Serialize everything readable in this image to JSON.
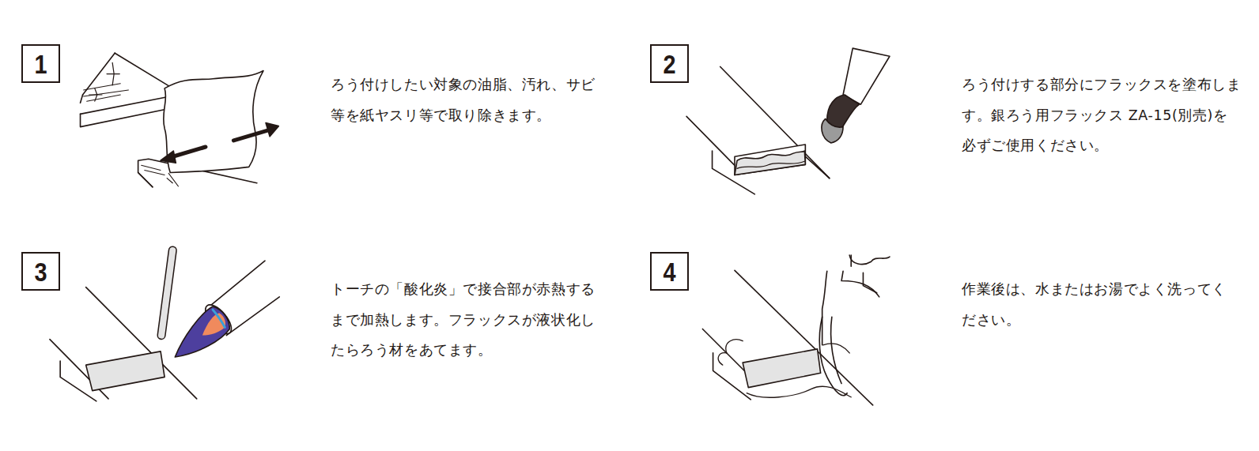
{
  "diagram": {
    "nodes": [
      {
        "text": [
          "1"
        ]
      },
      {
        "text": [
          "2"
        ]
      },
      {
        "text": [
          "3"
        ]
      },
      {
        "text": [
          "4"
        ]
      }
    ],
    "labels": [
      "ろう付けしたい対象の油脂、汚れ、サビ等を紙ヤスリ等で取り除きます。",
      "ろう付けする部分にフラックスを塗布します。銀ろう用フラックス ZA-15(別売)を必ずご使用ください。",
      "トーチの「酸化炎」で接合部が赤熱するまで加熱します。フラックスが液状化したらろう材をあてます。",
      "作業後は、水またはお湯でよく洗ってください。"
    ]
  }
}
